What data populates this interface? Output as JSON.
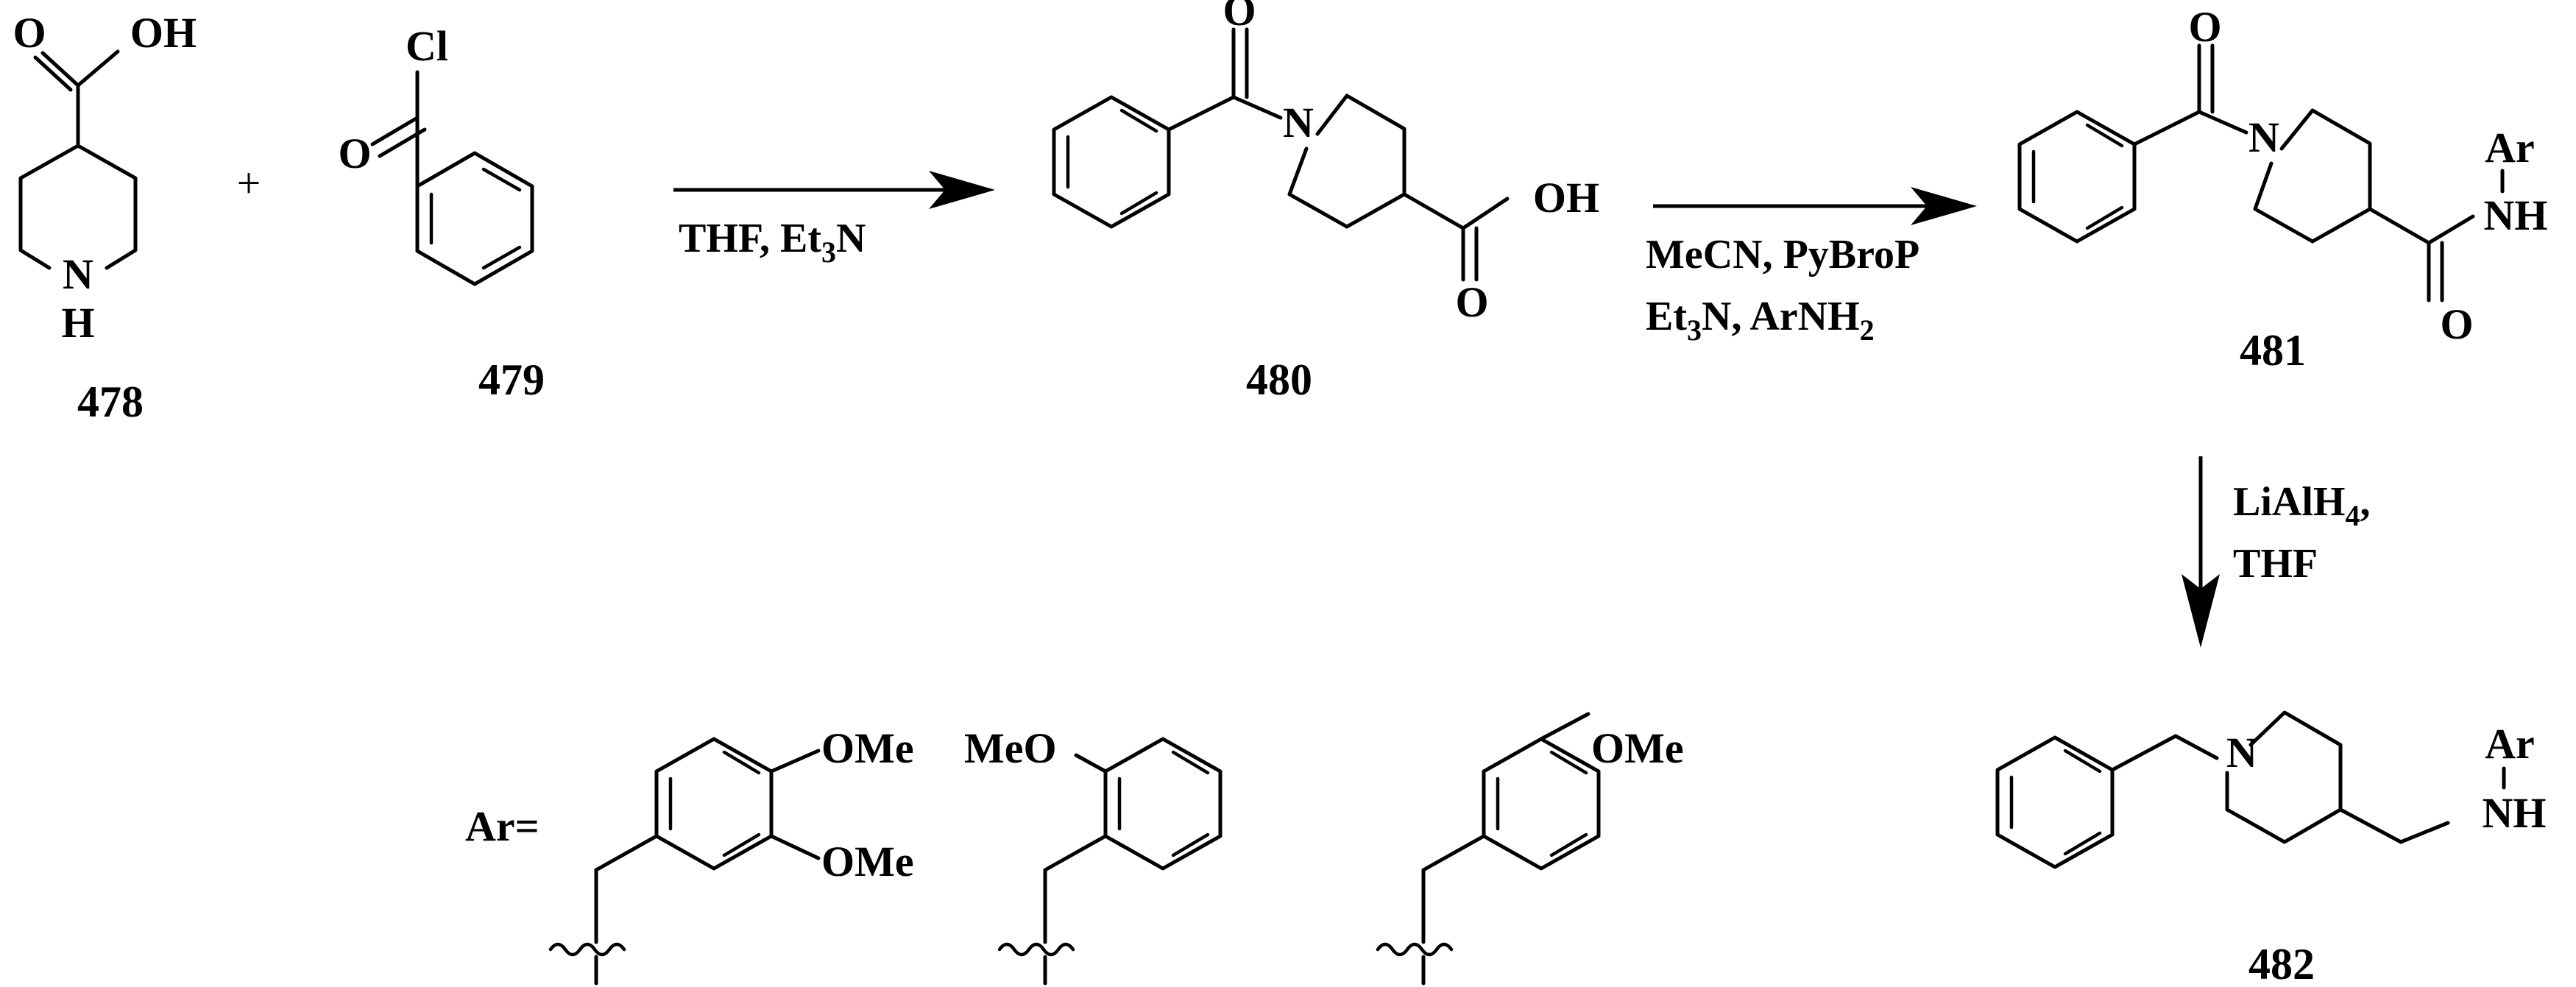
{
  "compounds": {
    "c478": {
      "label": "478",
      "n_atom": "N",
      "h_atom": "H",
      "o_atom": "O",
      "oh_atom": "OH"
    },
    "c479": {
      "label": "479",
      "cl_atom": "Cl",
      "o_atom": "O"
    },
    "c480": {
      "label": "480",
      "o_atom": "O",
      "n_atom": "N",
      "oh_atom": "OH",
      "o2_atom": "O"
    },
    "c481": {
      "label": "481",
      "o_atom": "O",
      "n_atom": "N",
      "ar_atom": "Ar",
      "nh_atom": "NH",
      "o2_atom": "O"
    },
    "c482": {
      "label": "482",
      "n_atom": "N",
      "ar_atom": "Ar",
      "nh_atom": "NH"
    }
  },
  "plus_sign": "+",
  "reactions": {
    "step1": {
      "conditions": "THF, Et",
      "sub": "3",
      "tail": "N"
    },
    "step2": {
      "line1": "MeCN, PyBroP",
      "line2_a": "Et",
      "line2_sub": "3",
      "line2_b": "N, ArNH",
      "line2_sub2": "2"
    },
    "step3": {
      "line1_a": "LiAlH",
      "line1_sub": "4",
      "line1_b": ",",
      "line2": "THF"
    }
  },
  "ar_definition": {
    "prefix": "Ar=",
    "subst1": {
      "ome_top": "OMe",
      "ome_bottom": "OMe"
    },
    "subst2": {
      "meo": "MeO"
    },
    "subst3": {
      "ome": "OMe"
    }
  }
}
